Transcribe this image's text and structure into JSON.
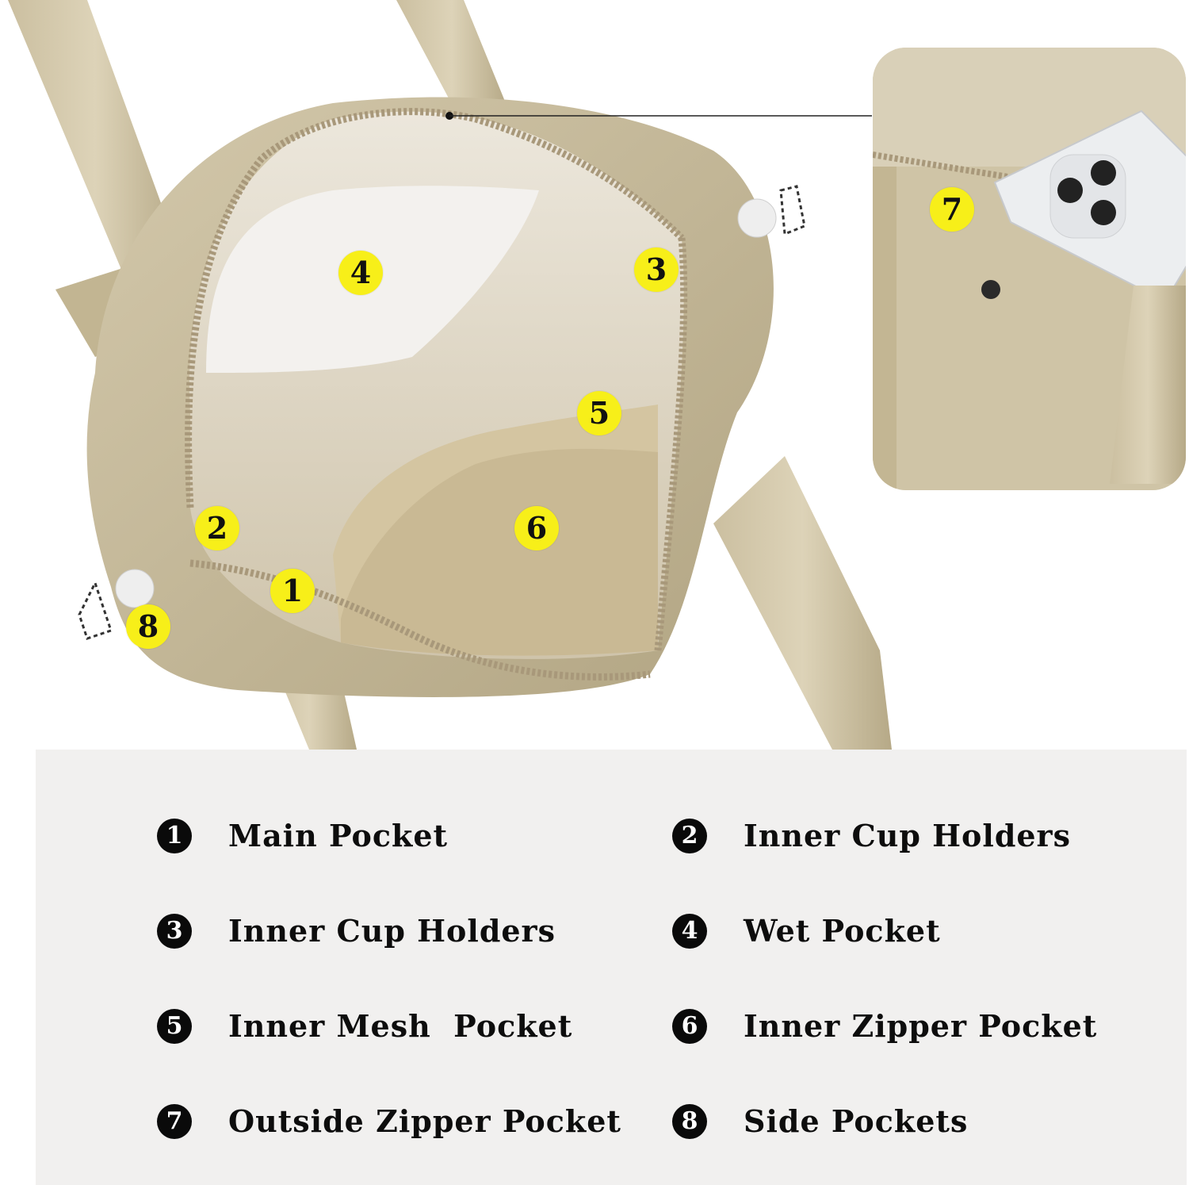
{
  "markers": [
    "1",
    "2",
    "3",
    "4",
    "5",
    "6",
    "7",
    "8"
  ],
  "features": [
    {
      "number": "1",
      "label": "Main Pocket"
    },
    {
      "number": "2",
      "label": "Inner Cup Holders"
    },
    {
      "number": "3",
      "label": "Inner Cup Holders"
    },
    {
      "number": "4",
      "label": "Wet Pocket"
    },
    {
      "number": "5",
      "label": "Inner Mesh  Pocket"
    },
    {
      "number": "6",
      "label": "Inner Zipper Pocket"
    },
    {
      "number": "7",
      "label": "Outside Zipper Pocket"
    },
    {
      "number": "8",
      "label": "Side Pockets"
    }
  ],
  "colors": {
    "marker": "#f7ef19",
    "bag": "#c8bb9b",
    "legend_bg": "#f1f0ef"
  }
}
